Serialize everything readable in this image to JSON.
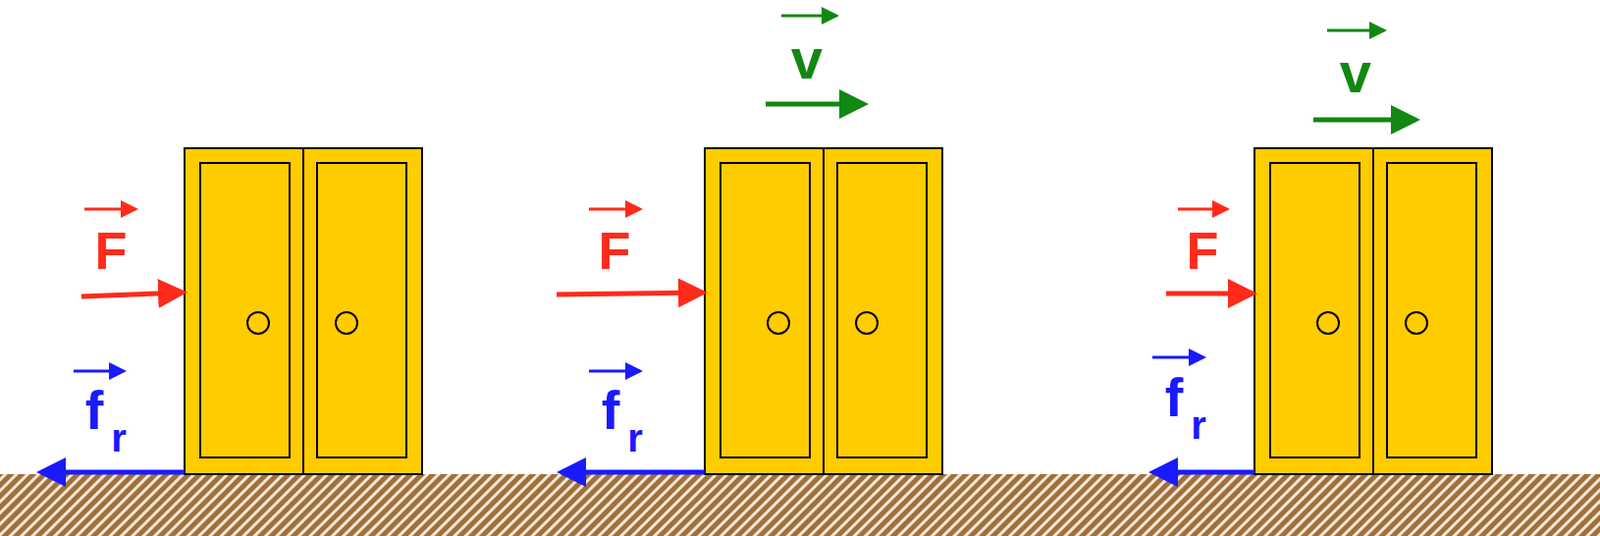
{
  "diagram": {
    "labels": [
      "v",
      "v",
      "F",
      "F",
      "F",
      "f",
      "r",
      "f",
      "r",
      "f",
      "r"
    ]
  }
}
